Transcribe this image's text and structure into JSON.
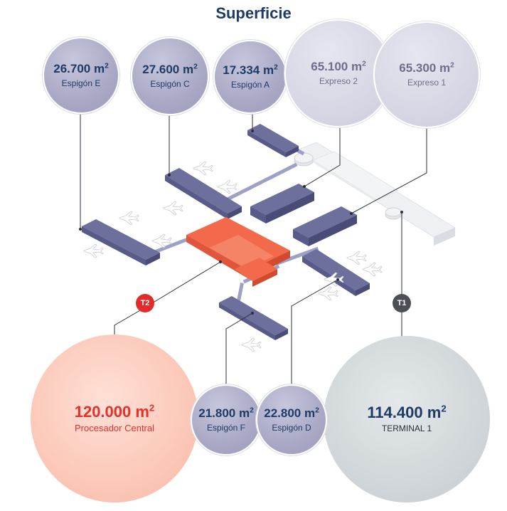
{
  "title": "Superficie",
  "unit_suffix": "2",
  "badges": {
    "t2": "T2",
    "t1": "T1"
  },
  "areas": {
    "espigon_e": {
      "value": "26.700 m",
      "label": "Espigón E"
    },
    "espigon_c": {
      "value": "27.600 m",
      "label": "Espigón C"
    },
    "espigon_a": {
      "value": "17.334 m",
      "label": "Espigón A"
    },
    "expreso_2": {
      "value": "65.100 m",
      "label": "Expreso 2"
    },
    "expreso_1": {
      "value": "65.300 m",
      "label": "Expreso 1"
    },
    "procesador_central": {
      "value": "120.000 m",
      "label": "Procesador Central"
    },
    "espigon_f": {
      "value": "21.800 m",
      "label": "Espigón F"
    },
    "espigon_d": {
      "value": "22.800 m",
      "label": "Espigón D"
    },
    "terminal_1": {
      "value": "114.400 m",
      "label": "TERMINAL 1"
    }
  },
  "colors": {
    "navy": "#1f3a64",
    "pier": "#6d6f9c",
    "pier_dark": "#4a4c78",
    "terminal_red": "#f26a4b",
    "badge_red": "#e32b2b",
    "badge_dark": "#4c4f56"
  }
}
